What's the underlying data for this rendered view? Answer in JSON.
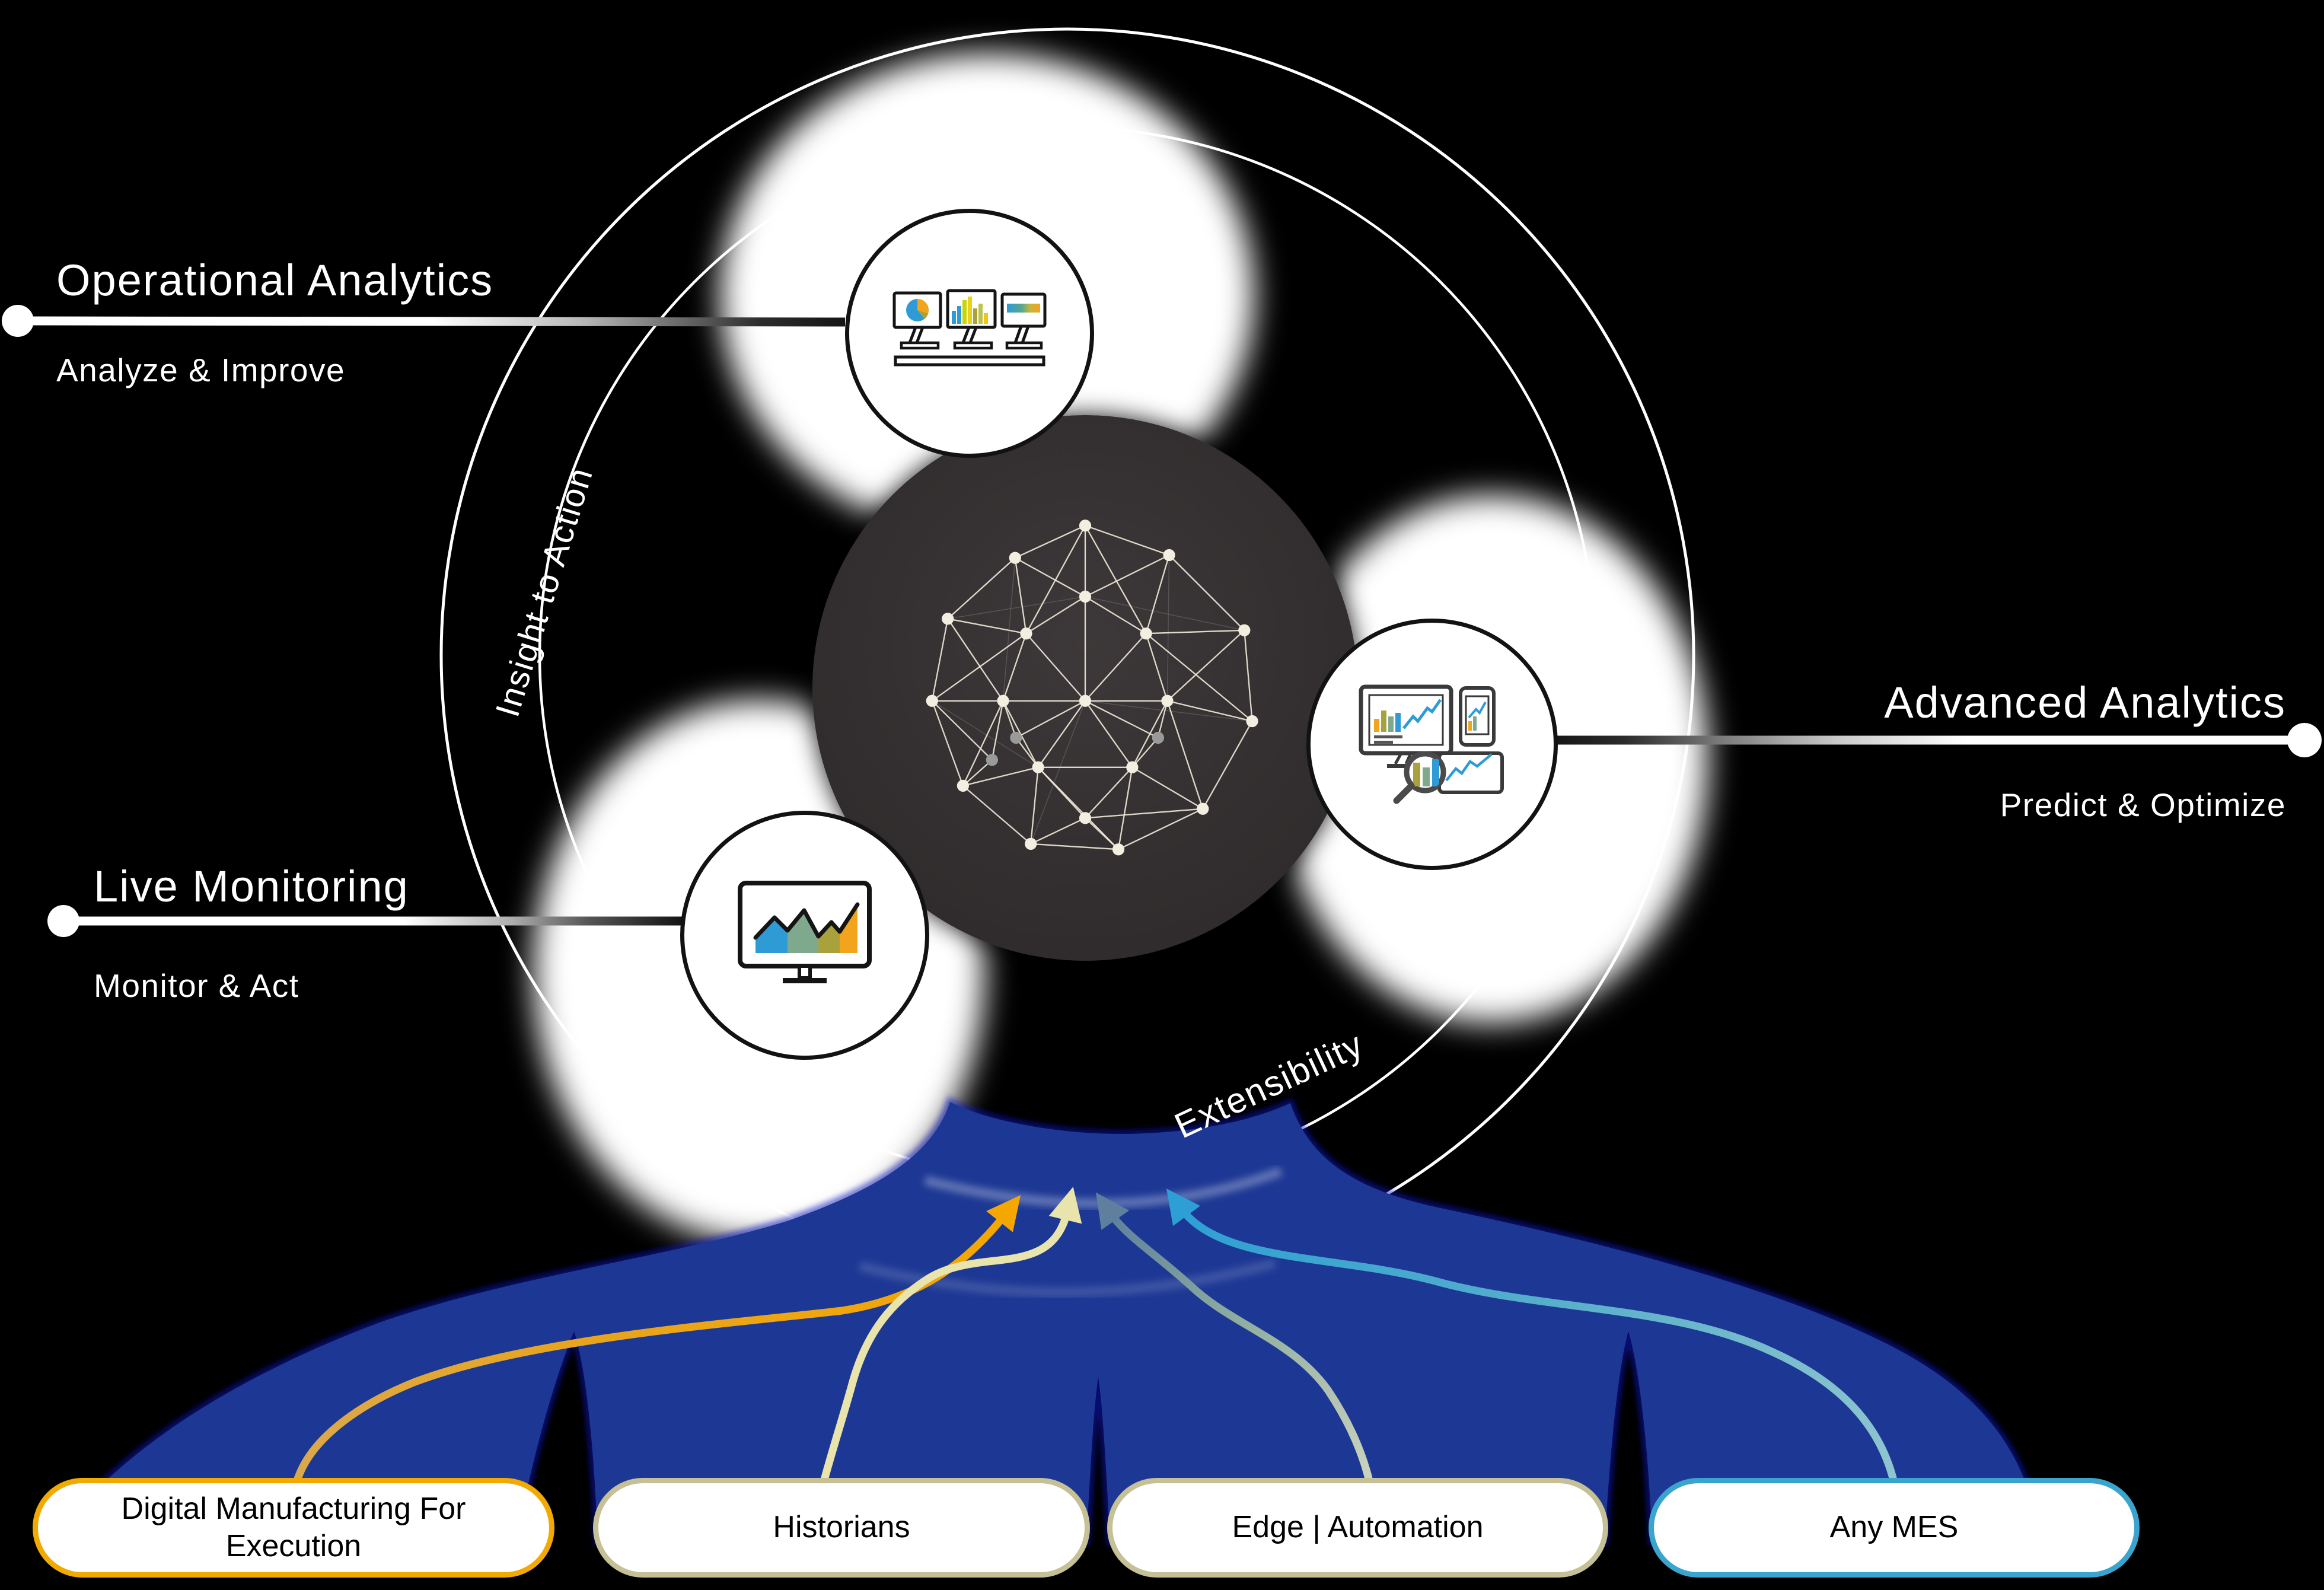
{
  "diagram": {
    "callouts": {
      "operational": {
        "title": "Operational Analytics",
        "subtitle": "Analyze & Improve"
      },
      "live_monitoring": {
        "title": "Live Monitoring",
        "subtitle": "Monitor & Act"
      },
      "advanced": {
        "title": "Advanced Analytics",
        "subtitle": "Predict & Optimize"
      }
    },
    "ring_labels": {
      "left_arc": "Insight to Action",
      "bottom_arc": "Extensibility"
    },
    "sources": [
      {
        "label": "Digital Manufacturing For Execution",
        "accent": "#F2A900"
      },
      {
        "label": "Historians",
        "accent": "#C6C096"
      },
      {
        "label": "Edge | Automation",
        "accent": "#C6C096"
      },
      {
        "label": "Any MES",
        "accent": "#39A5CF"
      }
    ],
    "icons": {
      "top": "dashboard-monitors-icon",
      "right": "analytics-devices-magnifier-icon",
      "left": "area-chart-monitor-icon",
      "center": "network-graph-icon"
    },
    "colors": {
      "background": "#000000",
      "ring": "#FFFFFF",
      "river": "#1D3894",
      "river_glow": "#0D18C8",
      "arrow_orange": "#F2A500",
      "arrow_cream": "#E9E3AC",
      "arrow_slate": "#5E7F9E",
      "arrow_sage": "#A6C3AC",
      "arrow_blue": "#2E9FD4",
      "hub_circle": "#332F30",
      "hub_node": "#F0EDDC",
      "icon_blue": "#2E9BD6",
      "icon_green": "#7FA98C",
      "icon_olive": "#A9A23C",
      "icon_orange": "#F2A41D"
    }
  }
}
